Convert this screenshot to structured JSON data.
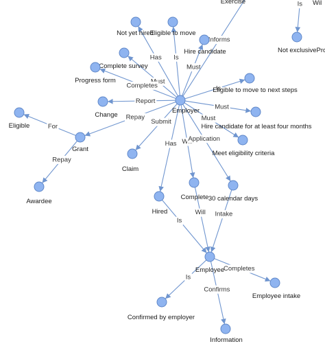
{
  "nodes": [
    {
      "id": "employer",
      "label": "Employer"
    },
    {
      "id": "not_yet_hired",
      "label": "Not yet hired"
    },
    {
      "id": "eligible_to_move",
      "label": "Eligible to move"
    },
    {
      "id": "hire_candidate",
      "label": "Hire candidate"
    },
    {
      "id": "complete_survey",
      "label": "Complete survey"
    },
    {
      "id": "progress_form",
      "label": "Progress form"
    },
    {
      "id": "eligible_next_steps",
      "label": "Eligible to move to next steps"
    },
    {
      "id": "change",
      "label": "Change"
    },
    {
      "id": "hire_four_months",
      "label": "Hire candidate for at least four months"
    },
    {
      "id": "meet_criteria",
      "label": "Meet eligibility criteria"
    },
    {
      "id": "claim",
      "label": "Claim"
    },
    {
      "id": "hired",
      "label": "Hired"
    },
    {
      "id": "complete",
      "label": "Complete"
    },
    {
      "id": "thirty_days",
      "label": "30 calendar days"
    },
    {
      "id": "grant",
      "label": "Grant"
    },
    {
      "id": "eligible",
      "label": "Eligible"
    },
    {
      "id": "awardee",
      "label": "Awardee"
    },
    {
      "id": "employee",
      "label": "Employee"
    },
    {
      "id": "confirmed_by_employer",
      "label": "Confirmed by employer"
    },
    {
      "id": "information",
      "label": "Information"
    },
    {
      "id": "employee_intake",
      "label": "Employee intake"
    },
    {
      "id": "not_exclusive",
      "label": "Not exclusivePro"
    },
    {
      "id": "exercise",
      "label": "Exercise"
    },
    {
      "id": "wil_fragment",
      "label": "Wil"
    }
  ],
  "edges": [
    {
      "from": "employer",
      "to": "not_yet_hired",
      "label": "Has"
    },
    {
      "from": "employer",
      "to": "eligible_to_move",
      "label": "Is"
    },
    {
      "from": "employer",
      "to": "hire_candidate",
      "label": "Must"
    },
    {
      "from": "employer",
      "to": "complete_survey",
      "label": "Must"
    },
    {
      "from": "employer",
      "to": "progress_form",
      "label": "Completes"
    },
    {
      "from": "employer",
      "to": "eligible_next_steps",
      "label": "Is"
    },
    {
      "from": "employer",
      "to": "change",
      "label": "Report"
    },
    {
      "from": "employer",
      "to": "hire_four_months",
      "label": "Must"
    },
    {
      "from": "employer",
      "to": "meet_criteria",
      "label": "Must"
    },
    {
      "from": "employer",
      "to": "claim",
      "label": "Submit"
    },
    {
      "from": "employer",
      "to": "hired",
      "label": "Has"
    },
    {
      "from": "employer",
      "to": "complete",
      "label": "Will"
    },
    {
      "from": "employer",
      "to": "thirty_days",
      "label": "Application"
    },
    {
      "from": "employer",
      "to": "grant",
      "label": "Repay"
    },
    {
      "from": "employer",
      "to": "exercise",
      "label": "Informs"
    },
    {
      "from": "grant",
      "to": "eligible",
      "label": "For"
    },
    {
      "from": "grant",
      "to": "awardee",
      "label": "Repay"
    },
    {
      "from": "hired",
      "to": "employee",
      "label": "Is"
    },
    {
      "from": "complete",
      "to": "employee",
      "label": "Will"
    },
    {
      "from": "thirty_days",
      "to": "employee",
      "label": "Intake"
    },
    {
      "from": "employee",
      "to": "confirmed_by_employer",
      "label": "Is"
    },
    {
      "from": "employee",
      "to": "information",
      "label": "Confirms"
    },
    {
      "from": "employee",
      "to": "employee_intake",
      "label": "Completes"
    },
    {
      "from": "wil_fragment",
      "to": "not_exclusive",
      "label": "Is"
    }
  ],
  "colors": {
    "node_fill": "#8fb4f0",
    "node_stroke": "#5f87c8",
    "edge": "#6f95cf",
    "text": "#1a1a1a"
  }
}
